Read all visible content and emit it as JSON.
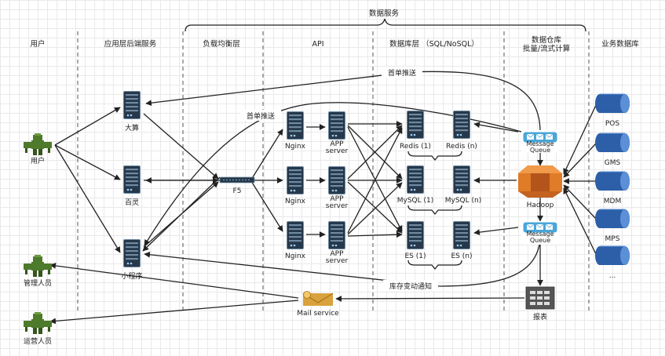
{
  "title": "数据服务",
  "columns": [
    "用户",
    "应用层后端服务",
    "负载均衡层",
    "API",
    "数据库层 （SQL/NoSQL）",
    "数据仓库",
    "批量/流式计算",
    "业务数据库"
  ],
  "nodes": {
    "user": "用户",
    "admin": "管理人员",
    "ops": "运营人员",
    "dasuan": "大算",
    "bailing": "百灵",
    "miniapp": "小程序",
    "f5": "F5",
    "nginx": "Nginx",
    "app_server_line1": "APP",
    "app_server_line2": "server",
    "redis1": "Redis (1)",
    "redisn": "Redis (n)",
    "mysql1": "MySQL (1)",
    "mysqln": "MySQL (n)",
    "es1": "ES (1)",
    "esn": "ES (n)",
    "mq_line1": "Message",
    "mq_line2": "Queue",
    "hadoop": "Hadoop",
    "report": "报表",
    "mail": "Mail service",
    "pos": "POS",
    "gms": "GMS",
    "mdm": "MDM",
    "mps": "MPS",
    "more": "..."
  },
  "edge_labels": {
    "push_top": "首单推送",
    "push_mid": "首单推送",
    "inventory": "库存变动通知"
  },
  "colors": {
    "server": "#26384a",
    "server_edge": "#6f8aa2",
    "user": "#4e7a2c",
    "user_dark": "#35561c",
    "db": "#2c5fa8",
    "db_top": "#5b8fd6",
    "hadoop": "#e07b28",
    "hadoop_dark": "#b3551a",
    "mq": "#4aa6d8",
    "mail": "#d9a23c",
    "report": "#555555",
    "line": "#222222"
  }
}
